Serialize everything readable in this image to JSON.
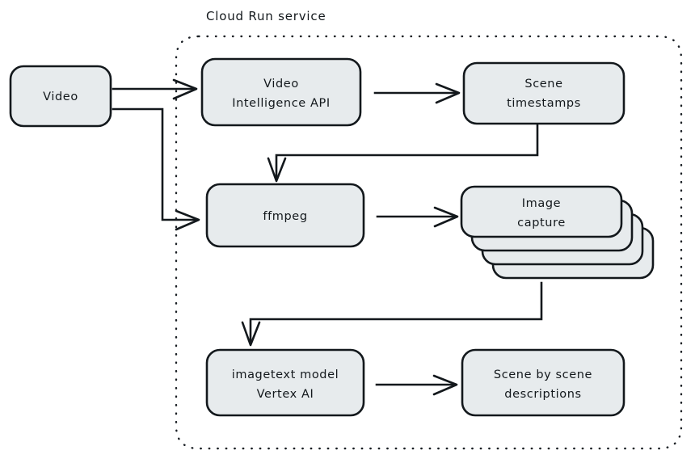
{
  "diagram": {
    "title": "Cloud Run service",
    "background_color": "#ffffff",
    "node_fill_color": "#e7ebed",
    "stroke_color": "#13181c",
    "group": {
      "label": "Cloud Run service",
      "border_style": "dotted"
    },
    "nodes": [
      {
        "id": "video",
        "label": "Video",
        "lines": [
          "Video"
        ],
        "shape": "rounded-rect",
        "inside_group": false
      },
      {
        "id": "video-intelligence-api",
        "label": "Video Intelligence API",
        "lines": [
          "Video",
          "Intelligence API"
        ],
        "shape": "rounded-rect",
        "inside_group": true
      },
      {
        "id": "scene-timestamps",
        "label": "Scene timestamps",
        "lines": [
          "Scene",
          "timestamps"
        ],
        "shape": "rounded-rect",
        "inside_group": true
      },
      {
        "id": "ffmpeg",
        "label": "ffmpeg",
        "lines": [
          "ffmpeg"
        ],
        "shape": "rounded-rect",
        "inside_group": true
      },
      {
        "id": "image-capture",
        "label": "Image capture",
        "lines": [
          "Image",
          "capture"
        ],
        "shape": "stacked-rect",
        "stack_count": 4,
        "inside_group": true
      },
      {
        "id": "imagetext-model-vertex-ai",
        "label": "imagetext model Vertex AI",
        "lines": [
          "imagetext model",
          "Vertex AI"
        ],
        "shape": "rounded-rect",
        "inside_group": true
      },
      {
        "id": "scene-by-scene-descriptions",
        "label": "Scene by scene descriptions",
        "lines": [
          "Scene by scene",
          "descriptions"
        ],
        "shape": "rounded-rect",
        "inside_group": true
      }
    ],
    "edges": [
      {
        "from": "video",
        "to": "video-intelligence-api",
        "style": "straight-arrow"
      },
      {
        "from": "video",
        "to": "ffmpeg",
        "style": "elbow-arrow"
      },
      {
        "from": "video-intelligence-api",
        "to": "scene-timestamps",
        "style": "straight-arrow"
      },
      {
        "from": "scene-timestamps",
        "to": "ffmpeg",
        "style": "elbow-arrow"
      },
      {
        "from": "ffmpeg",
        "to": "image-capture",
        "style": "straight-arrow"
      },
      {
        "from": "image-capture",
        "to": "imagetext-model-vertex-ai",
        "style": "elbow-arrow"
      },
      {
        "from": "imagetext-model-vertex-ai",
        "to": "scene-by-scene-descriptions",
        "style": "straight-arrow"
      }
    ]
  }
}
